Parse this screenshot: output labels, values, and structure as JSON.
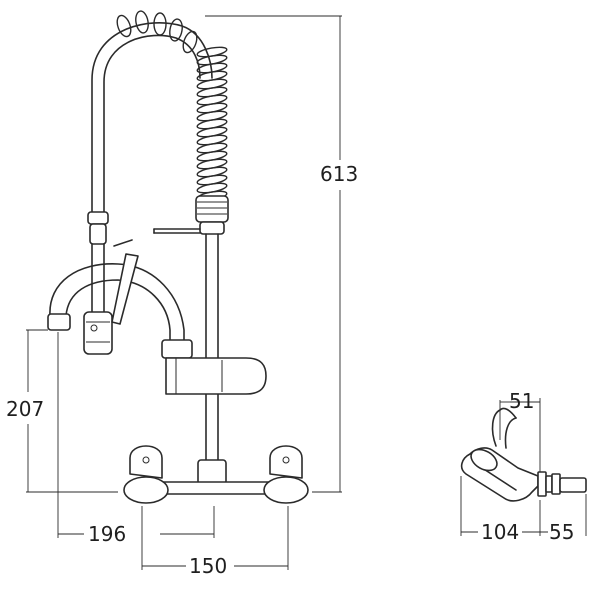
{
  "dimensions": {
    "height_total": "613",
    "spout_height": "207",
    "spout_reach": "196",
    "wall_centres": "150",
    "side_spout_top": "51",
    "side_depth": "104",
    "side_wall": "55"
  },
  "colors": {
    "line": "#2b2b2b",
    "background": "#ffffff"
  }
}
